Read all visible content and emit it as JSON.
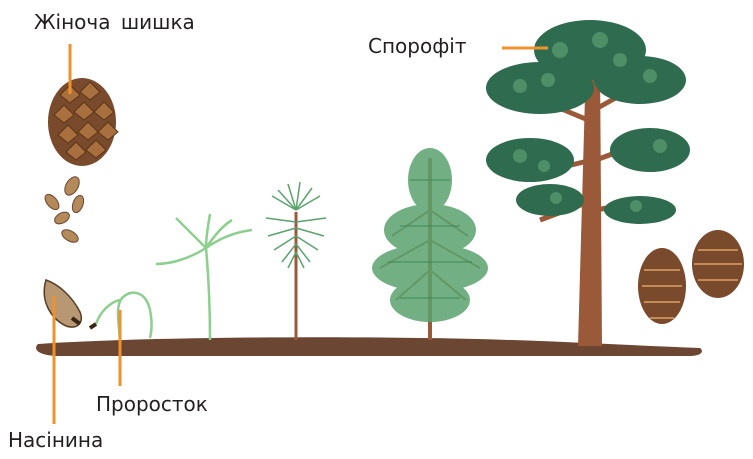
{
  "labels": {
    "female_cone": "Жіноча шишка",
    "sporophyte": "Спорофіт",
    "sprout": "Проросток",
    "seed": "Насінина"
  },
  "colors": {
    "leader_line": "#f0922b",
    "ground": "#6b4632",
    "trunk": "#9a5a3a",
    "crown_dark": "#2f6b4f",
    "crown_light": "#4f8f68",
    "needles": "#5aa36e",
    "seedling": "#8ccf8f",
    "cone": "#7a4a2c"
  }
}
